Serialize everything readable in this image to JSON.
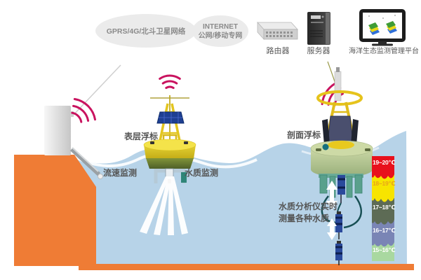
{
  "network": {
    "satellite_bubble": "GPRS/4G/北斗卫星网络",
    "internet_line1": "INTERNET",
    "internet_line2": "公网/移动专网"
  },
  "devices": {
    "router": "路由器",
    "server": "服务器",
    "platform": "海洋生态监测管理平台"
  },
  "labels": {
    "surface_buoy": "表层浮标",
    "profile_buoy": "剖面浮标",
    "flow_monitoring": "流速监测",
    "water_quality_monitoring": "水质监测",
    "analyzer_line1": "水质分析仪实时",
    "analyzer_line2": "测量各种水质"
  },
  "temperature_scale": {
    "bands": [
      {
        "label": "19~20℃",
        "color": "#e8101c",
        "label_color": "#ffffff"
      },
      {
        "label": "18~19℃",
        "color": "#f7e400",
        "label_color": "#e8a21c"
      },
      {
        "label": "17~18℃",
        "color": "#5d6b55",
        "label_color": "#ffffff"
      },
      {
        "label": "16~17℃",
        "color": "#7a85b5",
        "label_color": "#ffffff"
      },
      {
        "label": "15~16℃",
        "color": "#a9d8a0",
        "label_color": "#ffffff"
      }
    ]
  },
  "colors": {
    "water": "#b7d3e8",
    "land": "#ef7c35",
    "signal": "#c9135f",
    "solar_panel": "#1e3f92"
  }
}
